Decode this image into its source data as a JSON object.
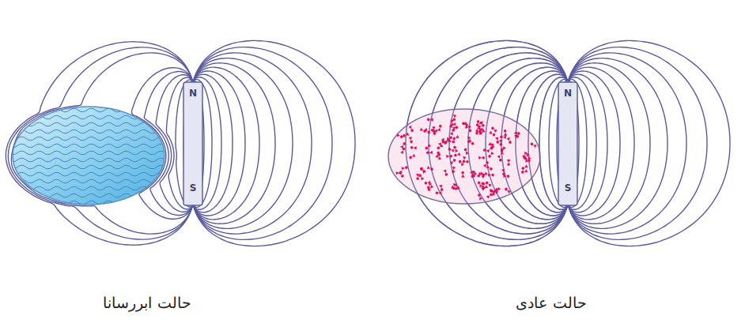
{
  "diagram": {
    "nodes": [
      {
        "text": [
          "N",
          "S"
        ]
      },
      {
        "text": [
          "N",
          "S"
        ]
      }
    ],
    "labels": [
      "حالت ابررسانا",
      "حالت عادی"
    ]
  }
}
